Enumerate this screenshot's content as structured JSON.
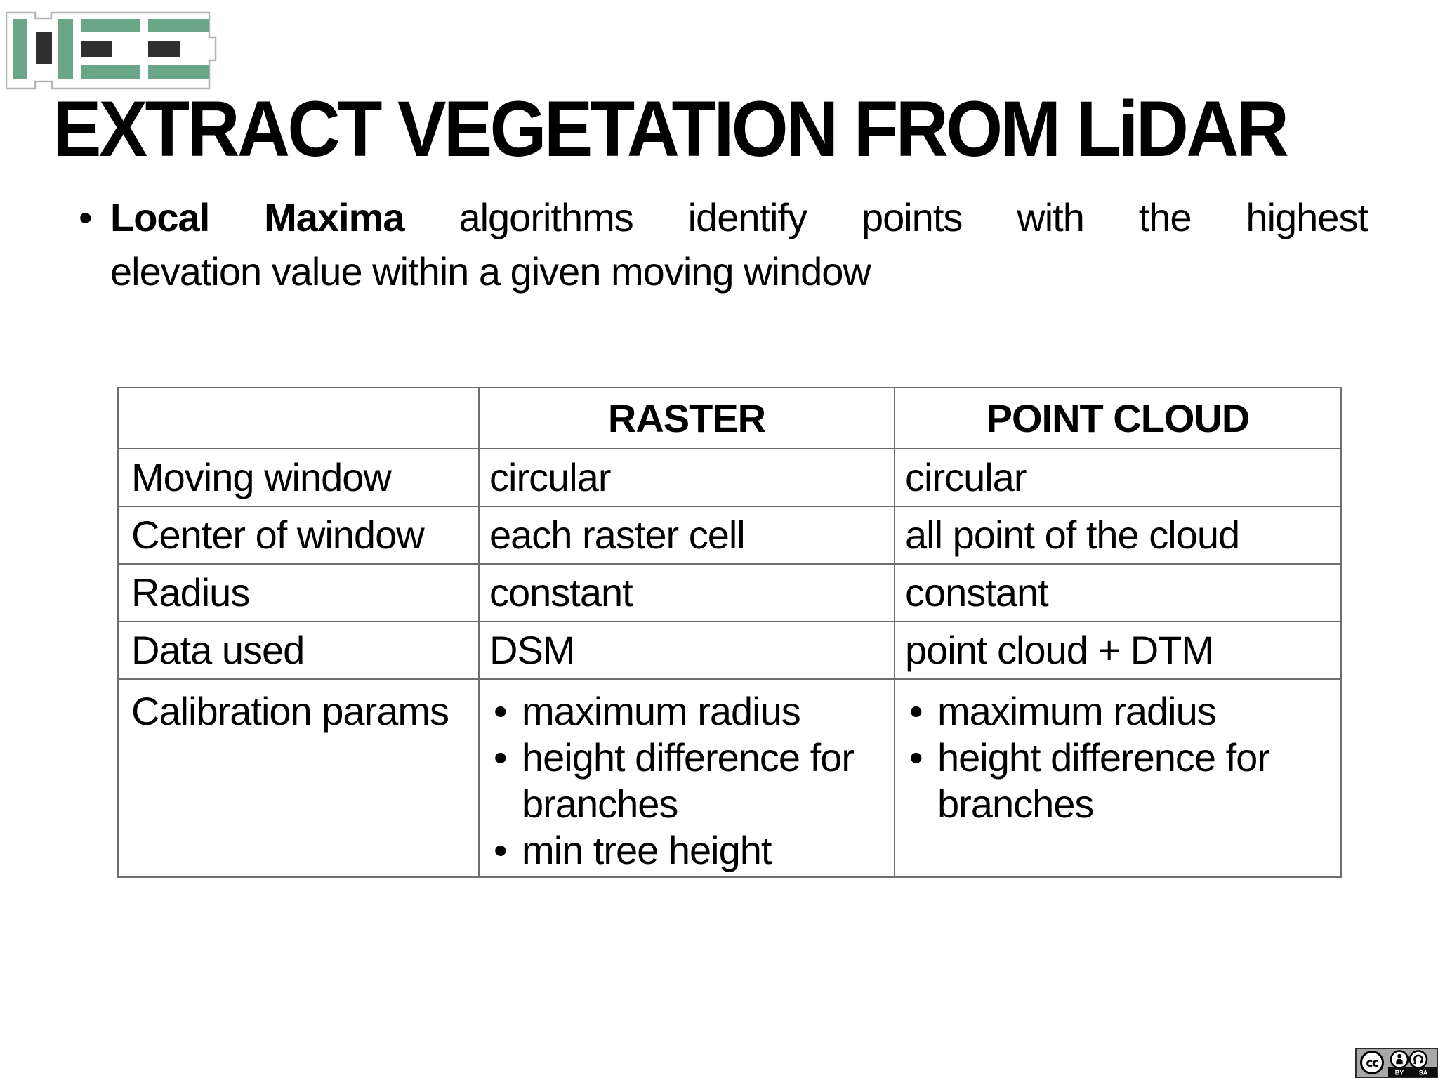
{
  "title": "EXTRACT VEGETATION FROM LiDAR",
  "bullet": {
    "marker": "•",
    "line1_bold": "Local Maxima",
    "line1_rest": " algorithms identify points with the highest",
    "line2": "elevation value within a given moving window"
  },
  "table": {
    "headers": [
      "",
      "RASTER",
      "POINT CLOUD"
    ],
    "rows": [
      {
        "label": "Moving window",
        "raster": "circular",
        "point_cloud": "circular"
      },
      {
        "label": "Center of window",
        "raster": "each raster cell",
        "point_cloud": "all point of the cloud"
      },
      {
        "label": "Radius",
        "raster": "constant",
        "point_cloud": "constant"
      },
      {
        "label": "Data used",
        "raster": "DSM",
        "point_cloud": "point cloud + DTM"
      }
    ],
    "calibration": {
      "label": "Calibration params",
      "raster_items": [
        "maximum radius",
        "height difference for branches",
        "min tree height"
      ],
      "point_cloud_items": [
        "maximum radius",
        "height difference for branches"
      ]
    }
  },
  "license": {
    "cc": "cc",
    "by": "BY",
    "sa": "SA"
  },
  "colors": {
    "logo_green": "#6BA687",
    "logo_dark": "#2F2F2F",
    "logo_outline": "#B5B5B5",
    "table_border": "#6E6E6E",
    "badge_gray": "#A8A8A8",
    "text": "#000000",
    "background": "#FFFFFF"
  }
}
